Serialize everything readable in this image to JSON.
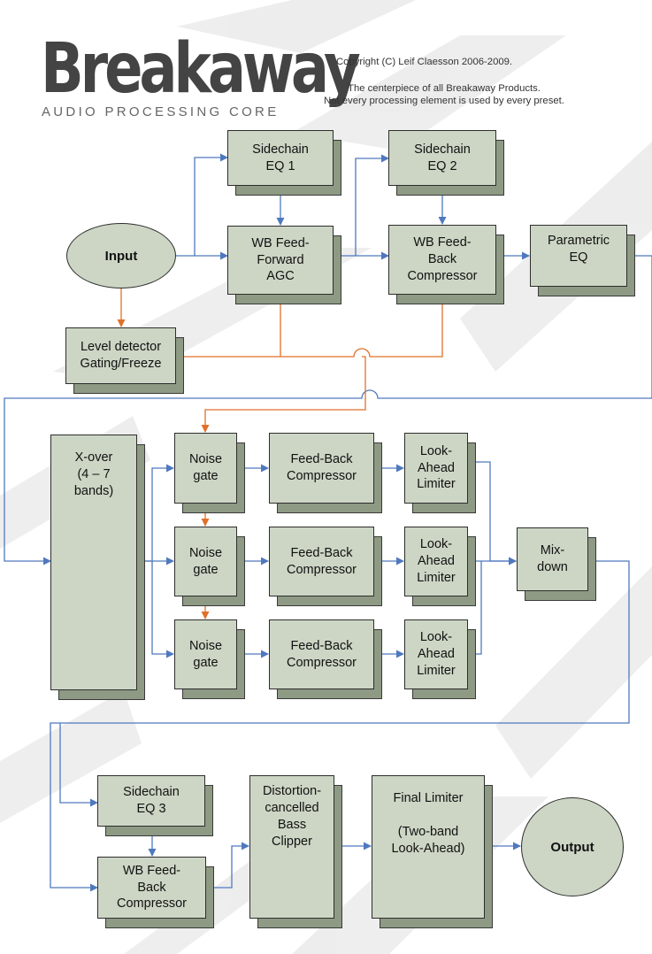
{
  "logo": {
    "word": "Breakaway",
    "subtitle": "AUDIO PROCESSING CORE"
  },
  "header": {
    "copyright": "Copyright (C) Leif Claesson 2006-2009.",
    "line1": "The centerpiece of all Breakaway Products.",
    "line2": "Not every processing element is used by every preset."
  },
  "blocks": {
    "input": "Input",
    "sidechain_eq1": "Sidechain\nEQ 1",
    "sidechain_eq2": "Sidechain\nEQ 2",
    "wb_ff_agc": "WB Feed-\nForward\nAGC",
    "wb_fb_comp1": "WB Feed-\nBack\nCompressor",
    "parametric_eq": "Parametric\nEQ",
    "level_detector": "Level detector\nGating/Freeze",
    "xover": "X-over\n(4 – 7\nbands)",
    "noise_gate": "Noise\ngate",
    "fb_compressor": "Feed-Back\nCompressor",
    "la_limiter": "Look-\nAhead\nLimiter",
    "mixdown": "Mix-\ndown",
    "sidechain_eq3": "Sidechain\nEQ 3",
    "wb_fb_comp2": "WB Feed-\nBack\nCompressor",
    "bass_clipper": "Distortion-\ncancelled\nBass\nClipper",
    "final_limiter": "Final Limiter\n\n(Two-band\nLook-Ahead)",
    "output": "Output"
  },
  "colors": {
    "audio_path": "#4f79be",
    "control_path": "#e0702a",
    "block_fill": "#cdd6c5",
    "watermark": "#e9e9e9"
  }
}
